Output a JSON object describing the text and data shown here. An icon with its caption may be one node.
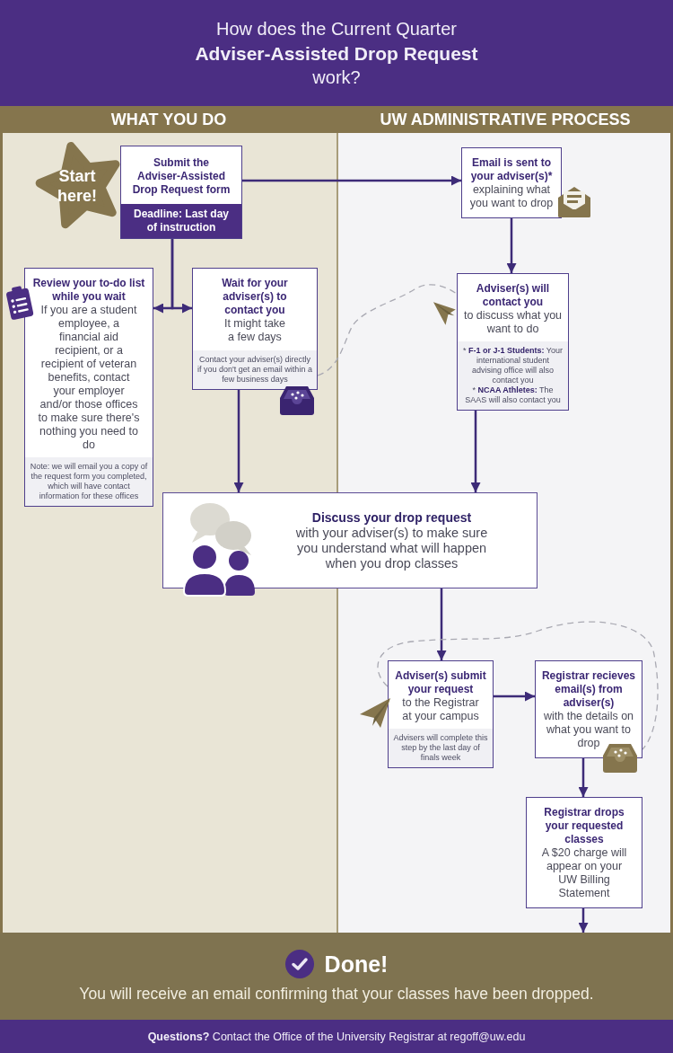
{
  "diagram": {
    "title": "How does the Current Quarter **Adviser-Assisted Drop Request** work?",
    "nodes": [
      {
        "text": [
          "WHAT YOU DO"
        ]
      },
      {
        "text": [
          "UW ADMINISTRATIVE PROCESS"
        ]
      },
      {
        "text": [
          "Start here!"
        ],
        "in": 0
      },
      {
        "text": [
          "Submit the Adviser-Assisted Drop Request form",
          "Deadline: Last day of instruction"
        ],
        "in": 0
      },
      {
        "text": [
          "Email is sent to your adviser(s)*",
          "explaining what you want to drop"
        ],
        "in": 1
      },
      {
        "text": [
          "Review your to-do list while you wait",
          "If you are a student employee, a financial aid recipient, or a recipient of veteran benefits, contact your employer and/or those offices to make sure there's nothing you need to do",
          "Note: we will email you a copy of the request form you completed, which will have contact information for these offices"
        ],
        "in": 0
      },
      {
        "text": [
          "Wait for your adviser(s) to contact you",
          "It might take a few days",
          "Contact your adviser(s) directly if you don't get an email within a few business days"
        ],
        "in": 0
      },
      {
        "text": [
          "Adviser(s) will contact you",
          "to discuss what you want to do",
          "* **F-1 or J-1 Students:** Your international student advising office will also contact you",
          "* **NCAA Athletes:** The SAAS will also contact you"
        ],
        "in": 1
      },
      {
        "text": [
          "Discuss your drop request",
          "with your adviser(s) to make sure you understand what will happen when you drop classes"
        ]
      },
      {
        "text": [
          "Adviser(s) submit your request",
          "to the Registrar at your campus",
          "Advisers will complete this step by the last day of finals week"
        ],
        "in": 1
      },
      {
        "text": [
          "Registrar recieves email(s) from adviser(s)",
          "with the details on what you want to drop"
        ],
        "in": 1
      },
      {
        "text": [
          "Registrar drops your requested classes",
          "A $20 charge will appear on your UW Billing Statement"
        ],
        "in": 1
      },
      {
        "text": [
          "Done!",
          "You will receive an email confirming that your classes have been dropped."
        ]
      }
    ],
    "edges": [
      {
        "from": 3,
        "to": 4,
        "arrow": "to"
      },
      {
        "from": 3,
        "to": 5,
        "arrow": "to"
      },
      {
        "from": 3,
        "to": 6,
        "arrow": "to"
      },
      {
        "from": 4,
        "to": 7,
        "arrow": "to"
      },
      {
        "from": 6,
        "to": 8,
        "arrow": "to"
      },
      {
        "from": 7,
        "to": 8,
        "arrow": "to"
      },
      {
        "from": 8,
        "to": 9,
        "arrow": "to"
      },
      {
        "from": 9,
        "to": 10,
        "arrow": "to"
      },
      {
        "from": 10,
        "to": 11,
        "arrow": "to"
      },
      {
        "from": 11,
        "to": 12,
        "arrow": "to"
      },
      {
        "from": 6,
        "to": 7,
        "arrow": "none",
        "style": "dashed",
        "color": "#a9a9b2"
      },
      {
        "from": 9,
        "to": 10,
        "arrow": "none",
        "style": "dashed",
        "color": "#a9a9b2"
      }
    ],
    "labels": [
      "**Questions?** Contact the Office of the University Registrar at regoff@uw.edu"
    ]
  }
}
